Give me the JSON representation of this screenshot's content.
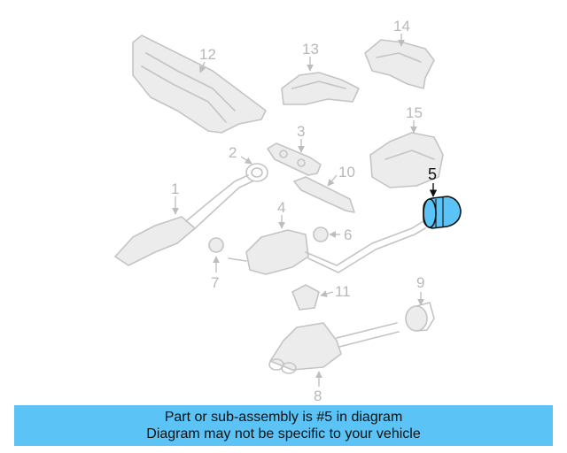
{
  "callouts": [
    "1",
    "2",
    "3",
    "4",
    "5",
    "6",
    "7",
    "8",
    "9",
    "10",
    "11",
    "12",
    "13",
    "14",
    "15"
  ],
  "highlight_color": "#5bc3f5",
  "banner": {
    "line1": "Part or sub-assembly is #5 in diagram",
    "line2": "Diagram may not be specific to your vehicle"
  }
}
